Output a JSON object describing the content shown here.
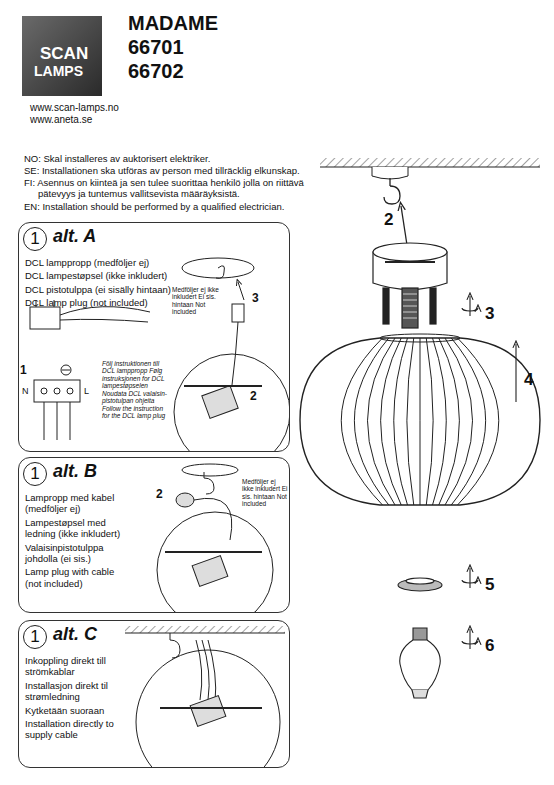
{
  "diagram": {
    "title": "MADAME",
    "nodes": [
      {
        "text": [
          "alt. A",
          "DCL lamppropp (medföljer ej)",
          "DCL lampestøpsel (ikke inkludert)",
          "DCL pistotulppa (ei sisälly hintaan)",
          "DCL lamp plug (not included)"
        ]
      },
      {
        "text": [
          "1"
        ],
        "in": 0
      },
      {
        "text": [
          "alt. B",
          "Lampropp med kabel (medföljer ej)",
          "Lampestøpsel med ledning (ikke inkludert)",
          "Valaisinpistotulppa johdolla (ei sis.)",
          "Lamp plug with cable (not included)"
        ]
      },
      {
        "text": [
          "1"
        ],
        "in": 2
      },
      {
        "text": [
          "alt. C",
          "Inkoppling direkt till strömkablar",
          "Installasjon direkt til strømledning",
          "Kytketään suoraan",
          "Installation directly to supply cable"
        ]
      },
      {
        "text": [
          "1"
        ],
        "in": 4
      }
    ],
    "labels": [
      "SCAN",
      "LAMPS",
      "66701",
      "66702",
      "www.scan-lamps.no",
      "www.aneta.se",
      "NO: Skal installeres av auktorisert elektriker.",
      "SE: Installationen ska utföras av person med tillräcklig elkunskap.",
      "FI: Asennus on kiinteä ja sen tulee suorittaa henkilö jolla on riittävä pätevyys ja tuntemus vallitsevista määräyksistä.",
      "EN: Installation should be performed by a qualified electrician.",
      "2",
      "3",
      "4",
      "5",
      "6",
      "Medföljer ej ikke inkludert Ei sis. hintaan Not included",
      "3",
      "1",
      "N",
      "L",
      "Följ instruktionen till DCL lamppropp Følg instruksjonen for DCL lampestøpselen Noudata DCL valaisin-pistotulpan ohjeita Follow the instruction for the DCL lamp plug",
      "2",
      "2",
      "Medföljer ej ikke inkludert Ei sis. hintaan Not included"
    ]
  }
}
